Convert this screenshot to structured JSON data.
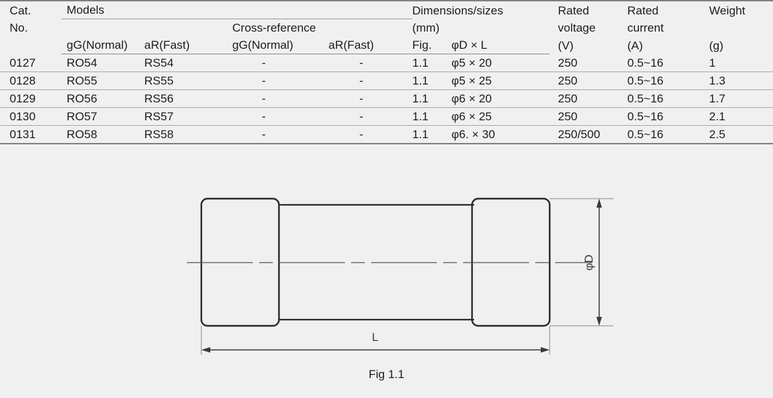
{
  "table": {
    "header": {
      "cat_no_line1": "Cat.",
      "cat_no_line2": "No.",
      "models": "Models",
      "cross_reference": "Cross-reference",
      "dimensions_line1": "Dimensions/sizes",
      "dimensions_line2": "(mm)",
      "rated_voltage_line1": "Rated",
      "rated_voltage_line2": "voltage",
      "rated_voltage_line3": "(V)",
      "rated_current_line1": "Rated",
      "rated_current_line2": "current",
      "rated_current_line3": "(A)",
      "weight_line1": "Weight",
      "weight_line2": "(g)",
      "models_gg": "gG(Normal)",
      "models_ar": "aR(Fast)",
      "xref_gg": "gG(Normal)",
      "xref_ar": "aR(Fast)",
      "fig": "Fig.",
      "dia_len": "φD × L"
    },
    "rows": [
      {
        "cat_no": "0127",
        "model_gg": "RO54",
        "model_ar": "RS54",
        "xref_gg": "-",
        "xref_ar": "-",
        "fig": "1.1",
        "dia_len": "φ5 × 20",
        "rated_voltage": "250",
        "rated_current": "0.5~16",
        "weight": "1"
      },
      {
        "cat_no": "0128",
        "model_gg": "RO55",
        "model_ar": "RS55",
        "xref_gg": "-",
        "xref_ar": "-",
        "fig": "1.1",
        "dia_len": "φ5 × 25",
        "rated_voltage": "250",
        "rated_current": "0.5~16",
        "weight": "1.3"
      },
      {
        "cat_no": "0129",
        "model_gg": "RO56",
        "model_ar": "RS56",
        "xref_gg": "-",
        "xref_ar": "-",
        "fig": "1.1",
        "dia_len": "φ6 × 20",
        "rated_voltage": "250",
        "rated_current": "0.5~16",
        "weight": "1.7"
      },
      {
        "cat_no": "0130",
        "model_gg": "RO57",
        "model_ar": "RS57",
        "xref_gg": "-",
        "xref_ar": "-",
        "fig": "1.1",
        "dia_len": "φ6 × 25",
        "rated_voltage": "250",
        "rated_current": "0.5~16",
        "weight": "2.1"
      },
      {
        "cat_no": "0131",
        "model_gg": "RO58",
        "model_ar": "RS58",
        "xref_gg": "-",
        "xref_ar": "-",
        "fig": "1.1",
        "dia_len": "φ6. × 30",
        "rated_voltage": "250/500",
        "rated_current": "0.5~16",
        "weight": "2.5"
      }
    ]
  },
  "figure": {
    "caption": "Fig 1.1",
    "length_label": "L",
    "diameter_label": "φD"
  },
  "colors": {
    "background": "#f0f0f0",
    "text": "#1c1c1c",
    "rule": "#9a9a9a",
    "rule_strong": "#808080",
    "drawing_outline": "#2b2b2b",
    "drawing_thin": "#6b6b6b"
  }
}
